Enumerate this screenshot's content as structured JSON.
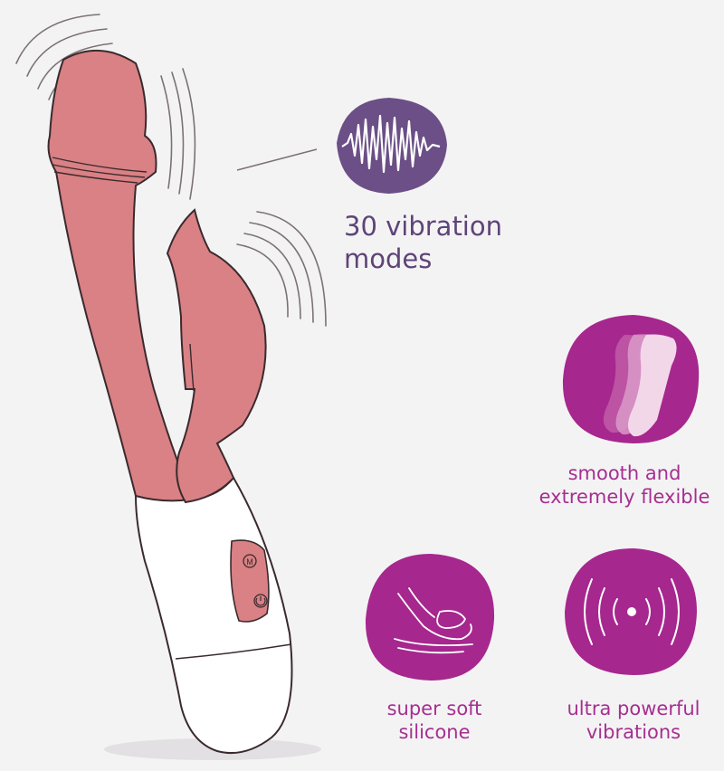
{
  "colors": {
    "background": "#f4f3f4",
    "body_pink": "#d98184",
    "outline": "#3a2a2e",
    "handle_white": "#ffffff",
    "badge_purple_dark": "#6b4f86",
    "badge_magenta": "#a6278e",
    "text_dark_purple": "#5e4478",
    "text_magenta": "#a52f90"
  },
  "icons": {
    "wave_badge": "vibration-wave-icon",
    "smooth_badge": "flexible-shaft-icon",
    "soft_badge": "hand-touch-icon",
    "powerful_badge": "vibration-signal-icon",
    "mode_button": "mode-button-icon",
    "power_button": "power-button-icon"
  },
  "features": {
    "vibration_modes": "30 vibration\nmodes",
    "smooth_flexible": "smooth and\nextremely flexible",
    "soft_silicone": "super soft\nsilicone",
    "powerful_vibrations": "ultra powerful\nvibrations"
  },
  "device": {
    "mode_button_glyph": "M"
  }
}
